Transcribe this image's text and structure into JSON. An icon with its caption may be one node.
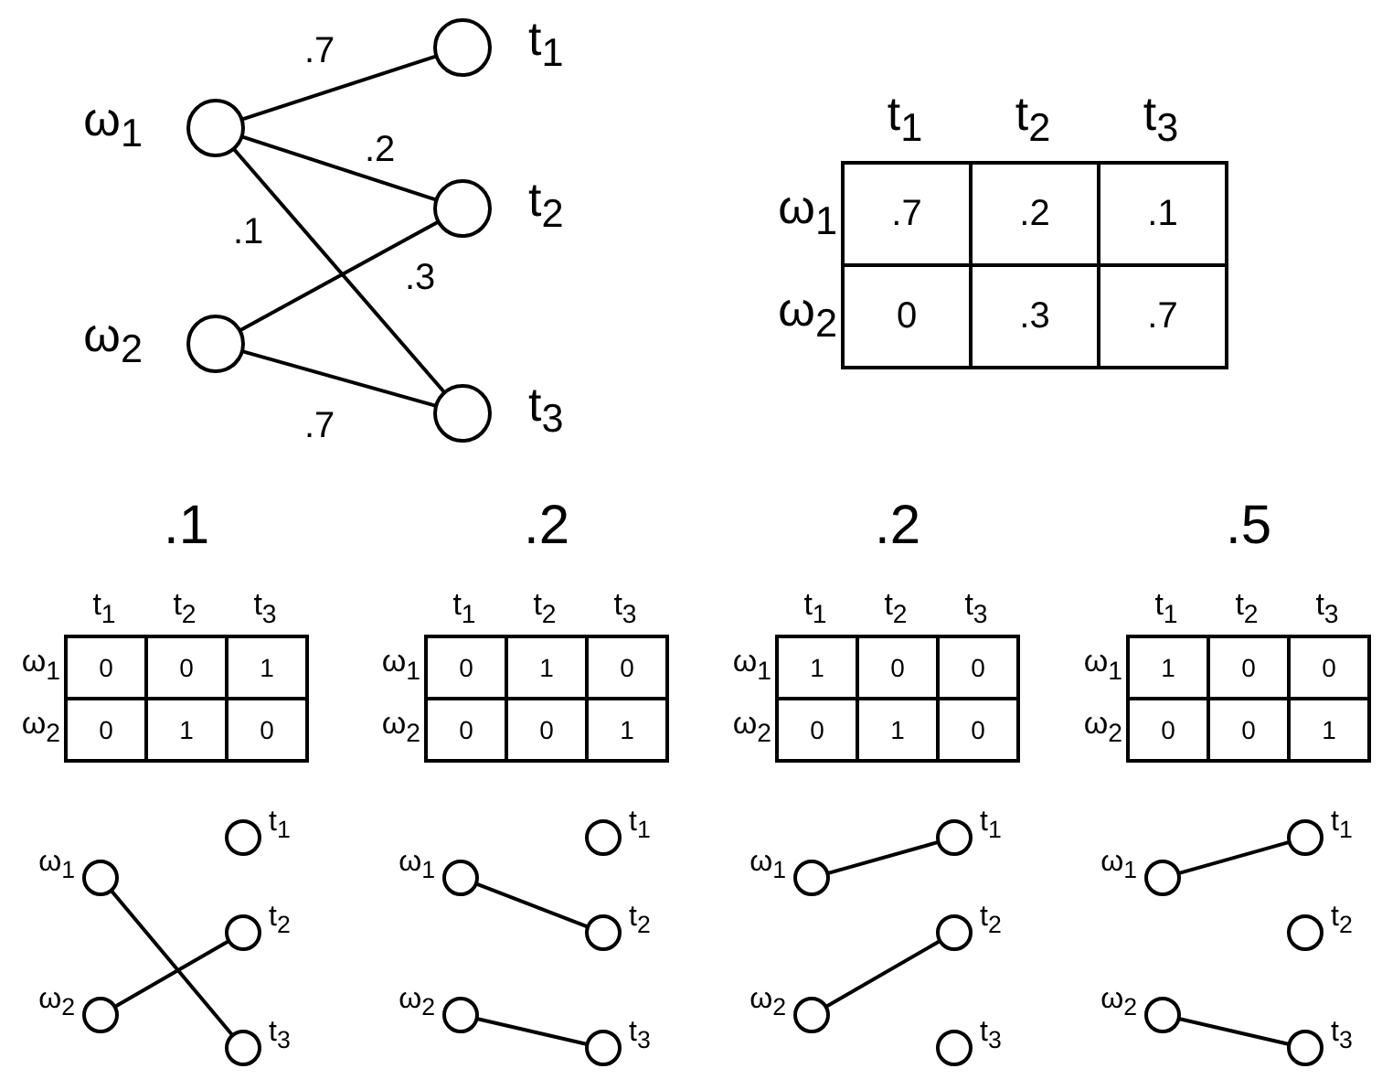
{
  "diagram": {
    "nodes": [
      {
        "text": [],
        "shape": "circle",
        "beside": [
          "ω$_{1}$"
        ]
      },
      {
        "text": [],
        "shape": "circle",
        "beside": [
          "ω$_{2}$"
        ]
      },
      {
        "text": [],
        "shape": "circle",
        "beside": [
          "t$_{1}$"
        ]
      },
      {
        "text": [],
        "shape": "circle",
        "beside": [
          "t$_{2}$"
        ]
      },
      {
        "text": [],
        "shape": "circle",
        "beside": [
          "t$_{3}$"
        ]
      },
      {
        "text": [],
        "shape": "circle",
        "beside": [
          "ω$_{1}$"
        ]
      },
      {
        "text": [],
        "shape": "circle",
        "beside": [
          "ω$_{2}$"
        ]
      },
      {
        "text": [],
        "shape": "circle",
        "beside": [
          "t$_{1}$"
        ]
      },
      {
        "text": [],
        "shape": "circle",
        "beside": [
          "t$_{2}$"
        ]
      },
      {
        "text": [],
        "shape": "circle",
        "beside": [
          "t$_{3}$"
        ]
      },
      {
        "text": [],
        "shape": "circle",
        "beside": [
          "ω$_{1}$"
        ]
      },
      {
        "text": [],
        "shape": "circle",
        "beside": [
          "ω$_{2}$"
        ]
      },
      {
        "text": [],
        "shape": "circle",
        "beside": [
          "t$_{1}$"
        ]
      },
      {
        "text": [],
        "shape": "circle",
        "beside": [
          "t$_{2}$"
        ]
      },
      {
        "text": [],
        "shape": "circle",
        "beside": [
          "t$_{3}$"
        ]
      },
      {
        "text": [],
        "shape": "circle",
        "beside": [
          "ω$_{1}$"
        ]
      },
      {
        "text": [],
        "shape": "circle",
        "beside": [
          "ω$_{2}$"
        ]
      },
      {
        "text": [],
        "shape": "circle",
        "beside": [
          "t$_{1}$"
        ]
      },
      {
        "text": [],
        "shape": "circle",
        "beside": [
          "t$_{2}$"
        ]
      },
      {
        "text": [],
        "shape": "circle",
        "beside": [
          "t$_{3}$"
        ]
      },
      {
        "text": [],
        "shape": "circle",
        "beside": [
          "ω$_{1}$"
        ]
      },
      {
        "text": [],
        "shape": "circle",
        "beside": [
          "ω$_{2}$"
        ]
      },
      {
        "text": [],
        "shape": "circle",
        "beside": [
          "t$_{1}$"
        ]
      },
      {
        "text": [],
        "shape": "circle",
        "beside": [
          "t$_{2}$"
        ]
      },
      {
        "text": [],
        "shape": "circle",
        "beside": [
          "t$_{3}$"
        ]
      }
    ],
    "edges": [
      {
        "from": 0,
        "to": 2,
        "arrow": "none",
        "label": ".7"
      },
      {
        "from": 0,
        "to": 3,
        "arrow": "none",
        "label": ".2"
      },
      {
        "from": 0,
        "to": 4,
        "arrow": "none",
        "label": ".1"
      },
      {
        "from": 1,
        "to": 3,
        "arrow": "none",
        "label": ".3"
      },
      {
        "from": 1,
        "to": 4,
        "arrow": "none",
        "label": ".7"
      },
      {
        "from": 5,
        "to": 9,
        "arrow": "none"
      },
      {
        "from": 6,
        "to": 8,
        "arrow": "none"
      },
      {
        "from": 10,
        "to": 13,
        "arrow": "none"
      },
      {
        "from": 11,
        "to": 14,
        "arrow": "none"
      },
      {
        "from": 15,
        "to": 17,
        "arrow": "none"
      },
      {
        "from": 16,
        "to": 18,
        "arrow": "none"
      },
      {
        "from": 20,
        "to": 22,
        "arrow": "none"
      },
      {
        "from": 21,
        "to": 24,
        "arrow": "none"
      }
    ],
    "labels": [
      "t$_{1}$",
      "t$_{2}$",
      "t$_{3}$",
      "ω$_{1}$",
      ".7",
      ".2",
      ".1",
      "ω$_{2}$",
      "0",
      ".3",
      ".7",
      ".1",
      "t$_{1}$",
      "t$_{2}$",
      "t$_{3}$",
      "ω$_{1}$",
      "0",
      "0",
      "1",
      "ω$_{2}$",
      "0",
      "1",
      "0",
      ".2",
      "t$_{1}$",
      "t$_{2}$",
      "t$_{3}$",
      "ω$_{1}$",
      "0",
      "1",
      "0",
      "ω$_{2}$",
      "0",
      "0",
      "1",
      ".2",
      "t$_{1}$",
      "t$_{2}$",
      "t$_{3}$",
      "ω$_{1}$",
      "1",
      "0",
      "0",
      "ω$_{2}$",
      "0",
      "1",
      "0",
      ".5",
      "t$_{1}$",
      "t$_{2}$",
      "t$_{3}$",
      "ω$_{1}$",
      "1",
      "0",
      "0",
      "ω$_{2}$",
      "0",
      "0",
      "1"
    ]
  }
}
